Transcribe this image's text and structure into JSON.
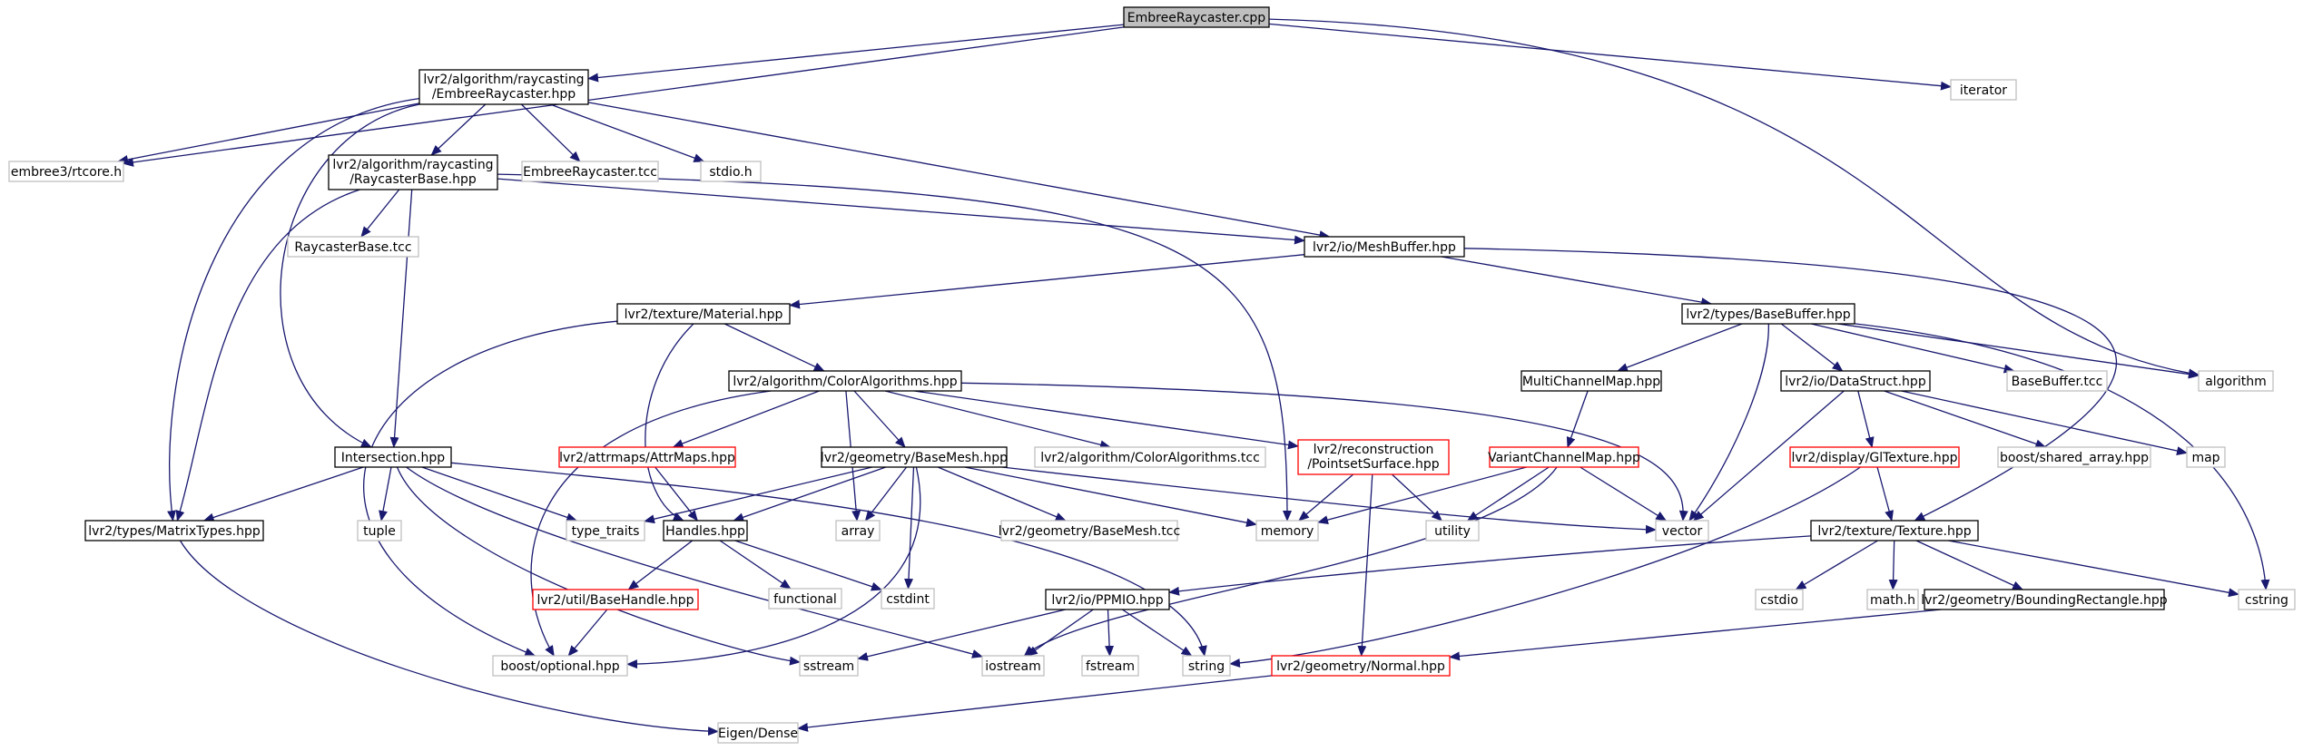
{
  "colors": {
    "edge": "#191970",
    "node_border_documented": "#000000",
    "node_border_incomplete": "#ff0000",
    "node_border_external": "#bfbfbf",
    "root_fill": "#bfbfbf",
    "node_fill": "#ffffff"
  },
  "nodes": {
    "embree_raycaster_cpp": {
      "label": "EmbreeRaycaster.cpp"
    },
    "embree_raycaster_hpp": {
      "lines": [
        "lvr2/algorithm/raycasting",
        "/EmbreeRaycaster.hpp"
      ]
    },
    "iterator": {
      "label": "iterator"
    },
    "rtcore_h": {
      "label": "embree3/rtcore.h"
    },
    "raycaster_base_hpp": {
      "lines": [
        "lvr2/algorithm/raycasting",
        "/RaycasterBase.hpp"
      ]
    },
    "embree_raycaster_tcc": {
      "label": "EmbreeRaycaster.tcc"
    },
    "stdio_h": {
      "label": "stdio.h"
    },
    "raycaster_base_tcc": {
      "label": "RaycasterBase.tcc"
    },
    "mesh_buffer_hpp": {
      "label": "lvr2/io/MeshBuffer.hpp"
    },
    "material_hpp": {
      "label": "lvr2/texture/Material.hpp"
    },
    "base_buffer_hpp": {
      "label": "lvr2/types/BaseBuffer.hpp"
    },
    "color_algorithms_hpp": {
      "label": "lvr2/algorithm/ColorAlgorithms.hpp"
    },
    "multi_channel_map_hpp": {
      "label": "MultiChannelMap.hpp"
    },
    "data_struct_hpp": {
      "label": "lvr2/io/DataStruct.hpp"
    },
    "base_buffer_tcc": {
      "label": "BaseBuffer.tcc"
    },
    "algorithm": {
      "label": "algorithm"
    },
    "intersection_hpp": {
      "label": "Intersection.hpp"
    },
    "attr_maps_hpp": {
      "label": "lvr2/attrmaps/AttrMaps.hpp"
    },
    "base_mesh_hpp": {
      "label": "lvr2/geometry/BaseMesh.hpp"
    },
    "color_algorithms_tcc": {
      "label": "lvr2/algorithm/ColorAlgorithms.tcc"
    },
    "pointset_surface_hpp": {
      "lines": [
        "lvr2/reconstruction",
        "/PointsetSurface.hpp"
      ]
    },
    "variant_channel_map_hpp": {
      "label": "VariantChannelMap.hpp"
    },
    "gl_texture_hpp": {
      "label": "lvr2/display/GlTexture.hpp"
    },
    "boost_shared_array_hpp": {
      "label": "boost/shared_array.hpp"
    },
    "map": {
      "label": "map"
    },
    "matrix_types_hpp": {
      "label": "lvr2/types/MatrixTypes.hpp"
    },
    "tuple": {
      "label": "tuple"
    },
    "type_traits": {
      "label": "type_traits"
    },
    "handles_hpp": {
      "label": "Handles.hpp"
    },
    "array": {
      "label": "array"
    },
    "base_mesh_tcc": {
      "label": "lvr2/geometry/BaseMesh.tcc"
    },
    "memory": {
      "label": "memory"
    },
    "utility": {
      "label": "utility"
    },
    "vector": {
      "label": "vector"
    },
    "texture_hpp": {
      "label": "lvr2/texture/Texture.hpp"
    },
    "functional": {
      "label": "functional"
    },
    "cstdint": {
      "label": "cstdint"
    },
    "base_handle_hpp": {
      "label": "lvr2/util/BaseHandle.hpp"
    },
    "ppmio_hpp": {
      "label": "lvr2/io/PPMIO.hpp"
    },
    "cstdio": {
      "label": "cstdio"
    },
    "math_h": {
      "label": "math.h"
    },
    "bounding_rectangle_hpp": {
      "label": "lvr2/geometry/BoundingRectangle.hpp"
    },
    "cstring": {
      "label": "cstring"
    },
    "boost_optional_hpp": {
      "label": "boost/optional.hpp"
    },
    "sstream": {
      "label": "sstream"
    },
    "iostream": {
      "label": "iostream"
    },
    "fstream": {
      "label": "fstream"
    },
    "string": {
      "label": "string"
    },
    "normal_hpp": {
      "label": "lvr2/geometry/Normal.hpp"
    },
    "eigen_dense": {
      "label": "Eigen/Dense"
    }
  }
}
